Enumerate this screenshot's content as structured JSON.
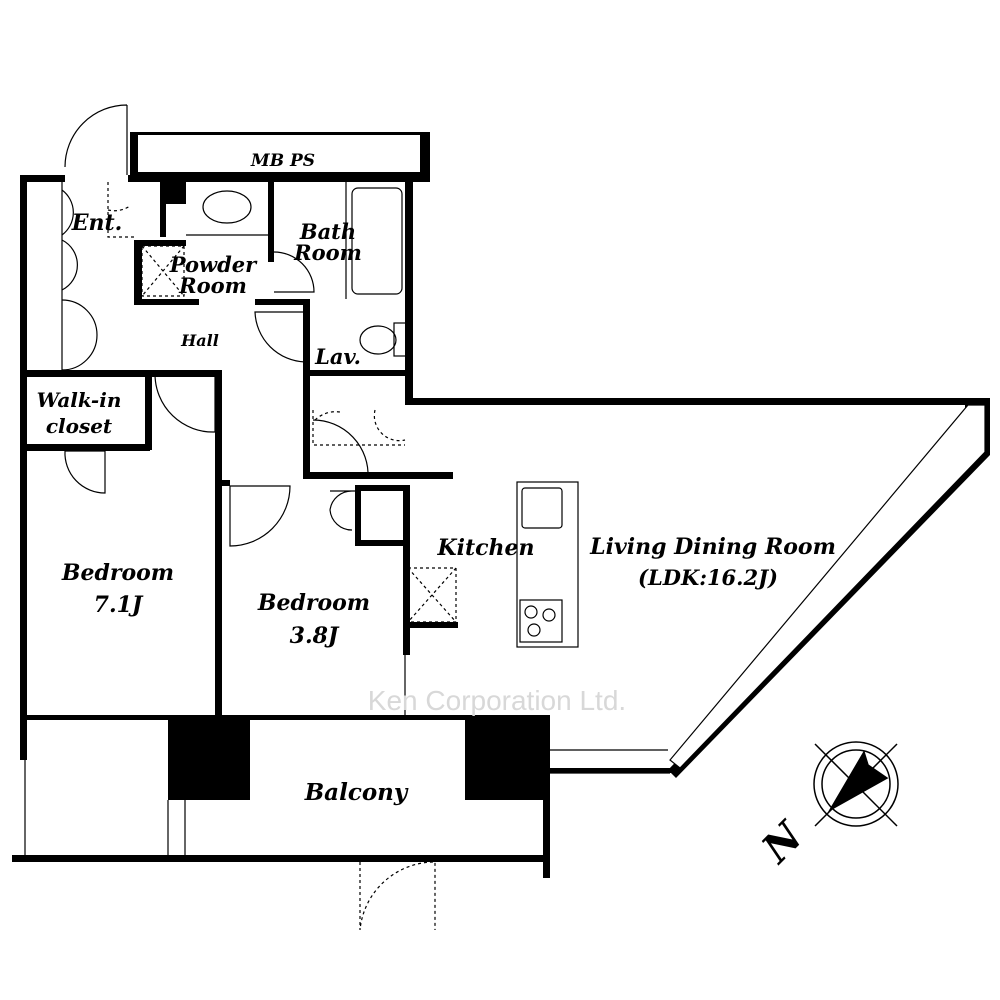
{
  "rooms": {
    "mb_ps": "MB  PS",
    "entrance": "Ent.",
    "powder_room": [
      "Powder",
      "Room"
    ],
    "bath_room": [
      "Bath",
      "Room"
    ],
    "hall": "Hall",
    "lavatory": "Lav.",
    "walk_in_closet": [
      "Walk-in",
      "closet"
    ],
    "bedroom_1": [
      "Bedroom",
      "7.1J"
    ],
    "bedroom_2": [
      "Bedroom",
      "3.8J"
    ],
    "kitchen": "Kitchen",
    "living": [
      "Living Dining Room",
      "(LDK:16.2J)"
    ],
    "balcony": "Balcony"
  },
  "watermark": "Ken Corporation Ltd.",
  "compass": {
    "label": "N"
  }
}
